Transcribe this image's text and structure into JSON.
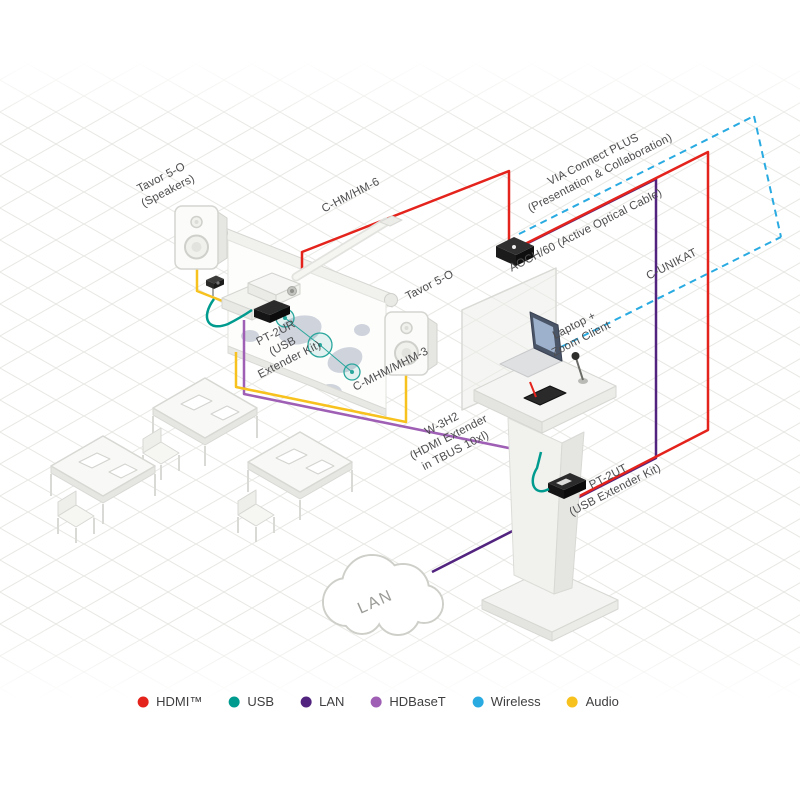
{
  "colors": {
    "hdmi": "#E4231C",
    "usb": "#009B8F",
    "lan": "#52247F",
    "hdbaset": "#9E5FB5",
    "wireless": "#29ABE2",
    "audio": "#F7C21E"
  },
  "labels": [
    {
      "id": "tavor-5o-speakers",
      "text": "Tavor 5-O\n(Speakers)"
    },
    {
      "id": "c-hm-hm-6",
      "text": "C-HM/HM-6"
    },
    {
      "id": "via-connect-plus",
      "text": "VIA Connect PLUS\n(Presentation & Collaboration)"
    },
    {
      "id": "aoch-60",
      "text": "AOCH/60 (Active Optical Cable)"
    },
    {
      "id": "c-unikat",
      "text": "C-UNIKAT"
    },
    {
      "id": "tavor-5o",
      "text": "Tavor 5-O"
    },
    {
      "id": "pt-2ur",
      "text": "PT-2UR\n(USB\nExtender Kit)"
    },
    {
      "id": "c-mhm-mhm-3",
      "text": "C-MHM/MHM-3"
    },
    {
      "id": "laptop-zoom-client",
      "text": "Laptop +\nZoom Client"
    },
    {
      "id": "w-3h2",
      "text": "W-3H2\n(HDMI Extender\nin TBUS 10xl)"
    },
    {
      "id": "pt-2ut",
      "text": "PT-2UT\n(USB Extender Kit)"
    },
    {
      "id": "lan-cloud",
      "text": "LAN"
    }
  ],
  "legend": {
    "items": [
      {
        "label": "HDMI™"
      },
      {
        "label": "USB"
      },
      {
        "label": "LAN"
      },
      {
        "label": "HDBaseT"
      },
      {
        "label": "Wireless"
      },
      {
        "label": "Audio"
      }
    ]
  }
}
